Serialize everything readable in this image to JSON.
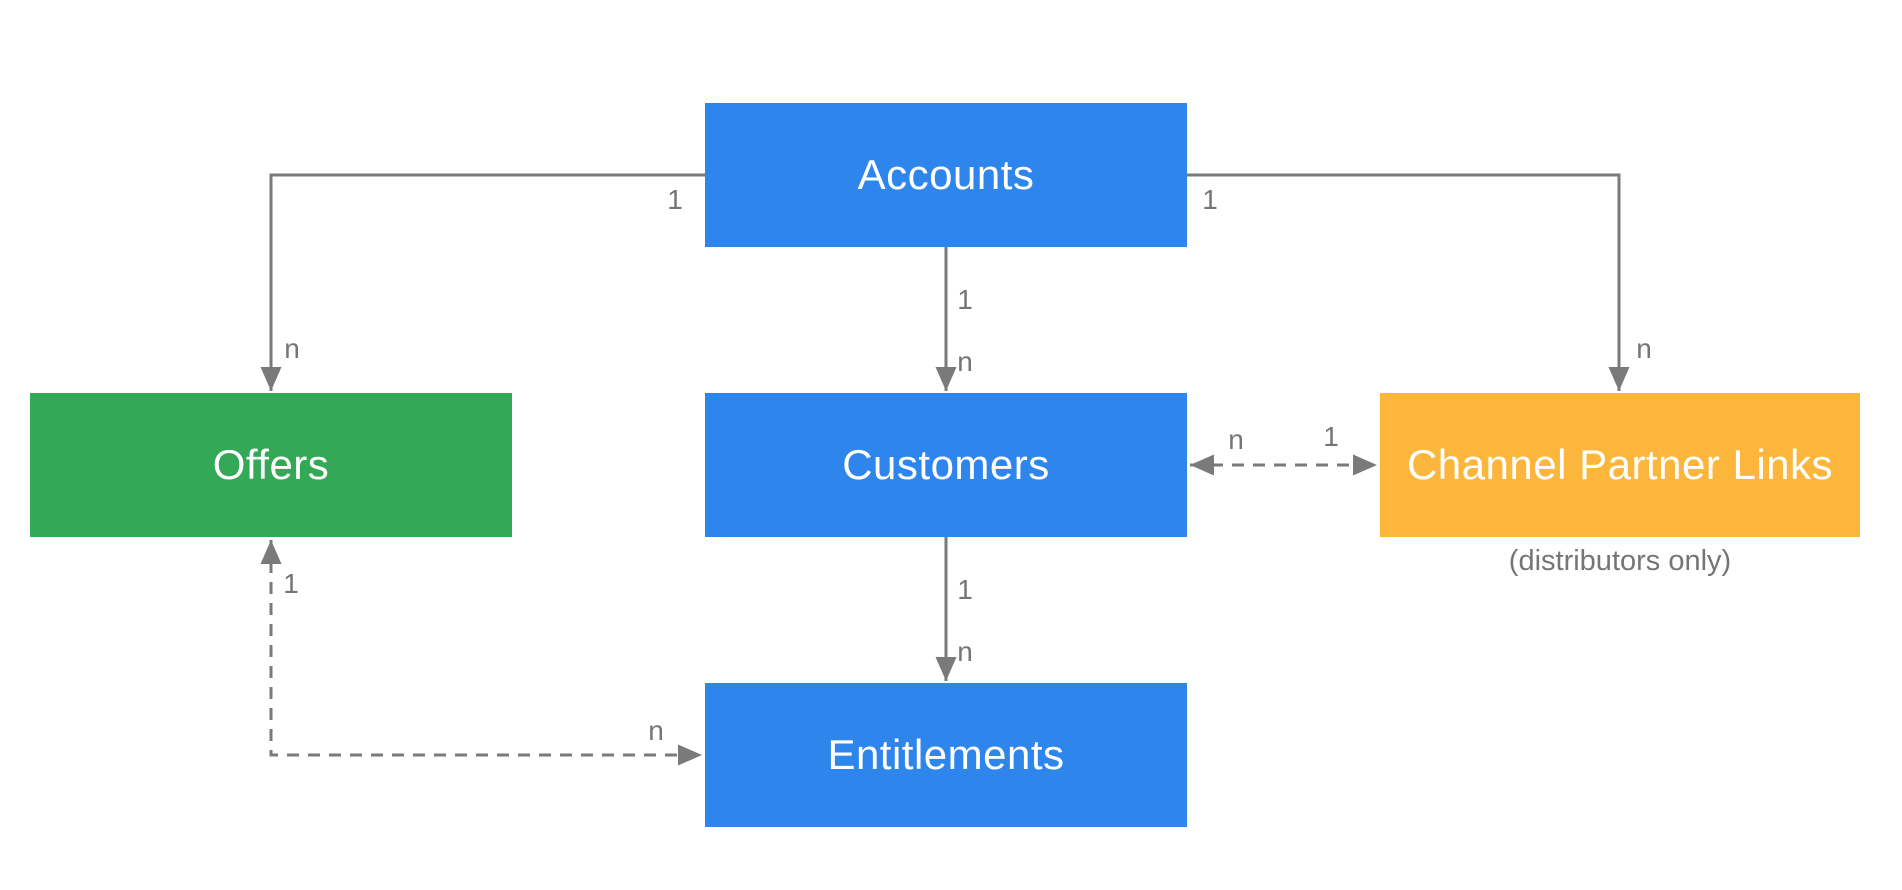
{
  "diagram": {
    "nodes": {
      "accounts": {
        "label": "Accounts",
        "color": "#2E86EC"
      },
      "offers": {
        "label": "Offers",
        "color": "#33A857"
      },
      "customers": {
        "label": "Customers",
        "color": "#2E86EC"
      },
      "channel_partner_links": {
        "label": "Channel Partner Links",
        "color": "#FCB63C",
        "note": "(distributors only)"
      },
      "entitlements": {
        "label": "Entitlements",
        "color": "#2E86EC"
      }
    },
    "edges": {
      "accounts_to_offers": {
        "type": "solid",
        "accounts_end": "1",
        "offers_end": "n"
      },
      "accounts_to_customers": {
        "type": "solid",
        "accounts_end": "1",
        "customers_end": "n"
      },
      "accounts_to_channel_partner_links": {
        "type": "solid",
        "accounts_end": "1",
        "channel_partner_links_end": "n"
      },
      "customers_to_channel_partner_links": {
        "type": "dashed",
        "customers_end": "n",
        "channel_partner_links_end": "1"
      },
      "customers_to_entitlements": {
        "type": "solid",
        "customers_end": "1",
        "entitlements_end": "n"
      },
      "offers_to_entitlements": {
        "type": "dashed",
        "offers_end": "1",
        "entitlements_end": "n"
      }
    },
    "colors": {
      "node_blue": "#2E86EC",
      "node_green": "#33A857",
      "node_yellow": "#FCB63C",
      "connector_gray": "#7A7A7A",
      "label_gray": "#757575",
      "node_text": "#FFFFFF",
      "background": "#FFFFFF"
    }
  }
}
